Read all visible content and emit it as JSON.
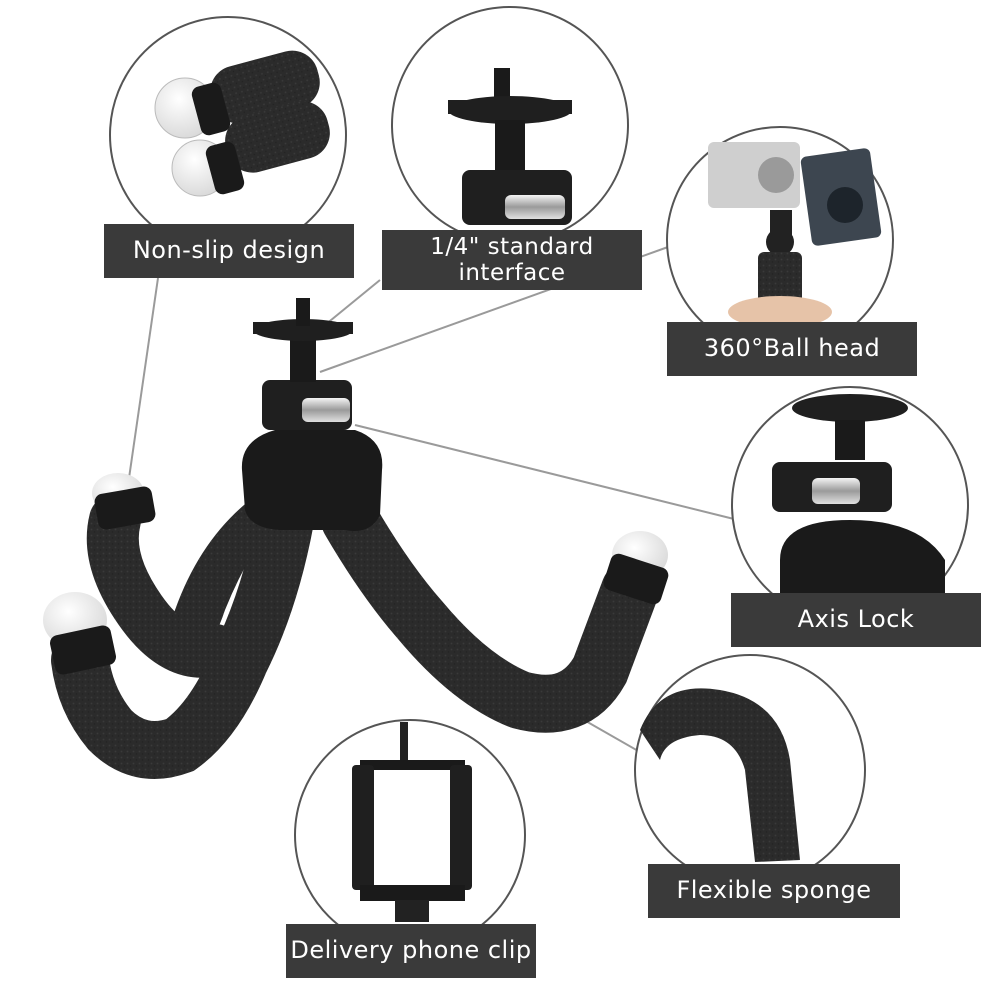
{
  "labels": {
    "non_slip": "Non-slip design",
    "interface": "1/4\" standard\ninterface",
    "ball_head": "360°Ball head",
    "axis_lock": "Axis Lock",
    "sponge": "Flexible sponge",
    "phone_clip": "Delivery phone clip"
  },
  "colors": {
    "label_bg": "#3a3a3a",
    "foam": "#2b2b2b",
    "cap": "#f2f2f2",
    "metal": "#c8c8c8",
    "camera_silver": "#cfcfcf",
    "camera_dark": "#3d4650"
  }
}
